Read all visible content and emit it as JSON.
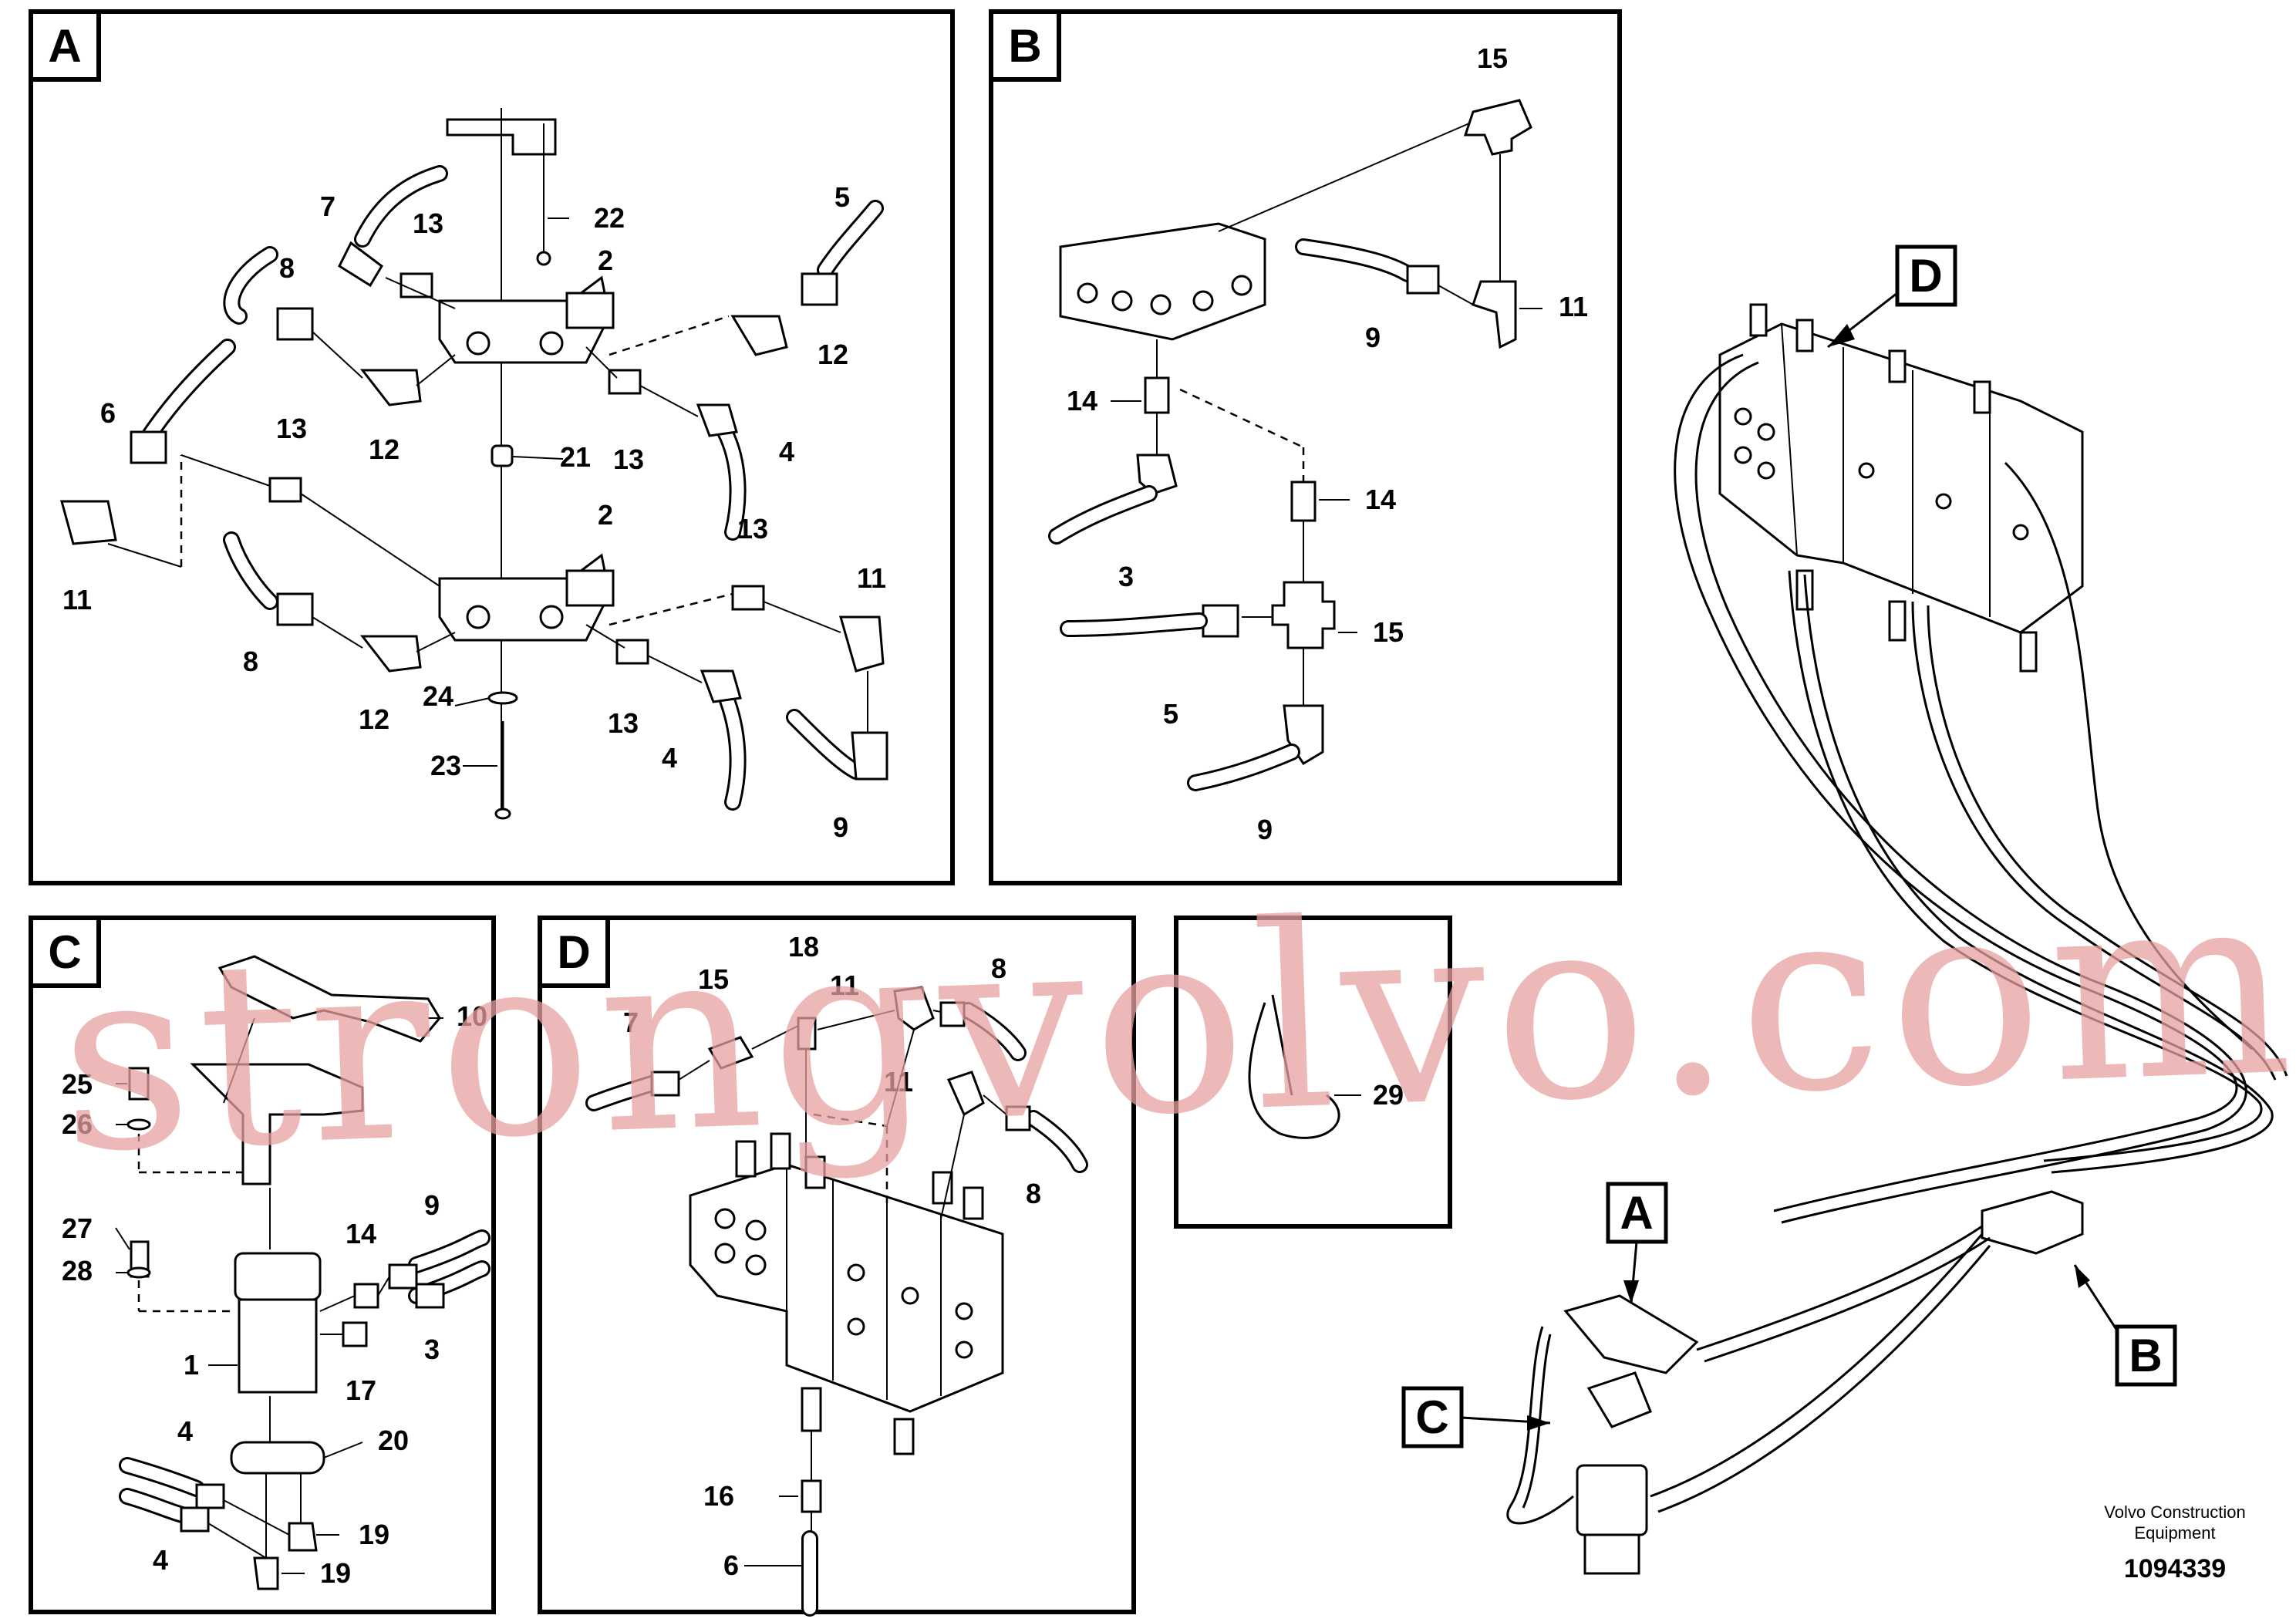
{
  "panels": {
    "A": {
      "label": "A",
      "callouts": [
        {
          "id": "7",
          "text": "7"
        },
        {
          "id": "13a",
          "text": "13"
        },
        {
          "id": "22",
          "text": "22"
        },
        {
          "id": "8a",
          "text": "8"
        },
        {
          "id": "2a",
          "text": "2"
        },
        {
          "id": "5",
          "text": "5"
        },
        {
          "id": "12a",
          "text": "12"
        },
        {
          "id": "12b",
          "text": "12"
        },
        {
          "id": "6",
          "text": "6"
        },
        {
          "id": "13b",
          "text": "13"
        },
        {
          "id": "21",
          "text": "21"
        },
        {
          "id": "13c",
          "text": "13"
        },
        {
          "id": "4a",
          "text": "4"
        },
        {
          "id": "2b",
          "text": "2"
        },
        {
          "id": "13d",
          "text": "13"
        },
        {
          "id": "11a",
          "text": "11"
        },
        {
          "id": "11b",
          "text": "11"
        },
        {
          "id": "8b",
          "text": "8"
        },
        {
          "id": "12c",
          "text": "12"
        },
        {
          "id": "24",
          "text": "24"
        },
        {
          "id": "13e",
          "text": "13"
        },
        {
          "id": "4b",
          "text": "4"
        },
        {
          "id": "23",
          "text": "23"
        },
        {
          "id": "9",
          "text": "9"
        }
      ]
    },
    "B": {
      "label": "B",
      "callouts": [
        {
          "id": "15a",
          "text": "15"
        },
        {
          "id": "11",
          "text": "11"
        },
        {
          "id": "9a",
          "text": "9"
        },
        {
          "id": "14a",
          "text": "14"
        },
        {
          "id": "14b",
          "text": "14"
        },
        {
          "id": "3",
          "text": "3"
        },
        {
          "id": "15b",
          "text": "15"
        },
        {
          "id": "5",
          "text": "5"
        },
        {
          "id": "9b",
          "text": "9"
        }
      ]
    },
    "C": {
      "label": "C",
      "callouts": [
        {
          "id": "10",
          "text": "10"
        },
        {
          "id": "25",
          "text": "25"
        },
        {
          "id": "26",
          "text": "26"
        },
        {
          "id": "27",
          "text": "27"
        },
        {
          "id": "28",
          "text": "28"
        },
        {
          "id": "9",
          "text": "9"
        },
        {
          "id": "14",
          "text": "14"
        },
        {
          "id": "3",
          "text": "3"
        },
        {
          "id": "1",
          "text": "1"
        },
        {
          "id": "17",
          "text": "17"
        },
        {
          "id": "20",
          "text": "20"
        },
        {
          "id": "4a",
          "text": "4"
        },
        {
          "id": "19a",
          "text": "19"
        },
        {
          "id": "4b",
          "text": "4"
        },
        {
          "id": "19b",
          "text": "19"
        }
      ]
    },
    "D": {
      "label": "D",
      "callouts": [
        {
          "id": "18",
          "text": "18"
        },
        {
          "id": "15",
          "text": "15"
        },
        {
          "id": "11a",
          "text": "11"
        },
        {
          "id": "8a",
          "text": "8"
        },
        {
          "id": "7",
          "text": "7"
        },
        {
          "id": "11b",
          "text": "11"
        },
        {
          "id": "8b",
          "text": "8"
        },
        {
          "id": "16",
          "text": "16"
        },
        {
          "id": "6",
          "text": "6"
        }
      ]
    },
    "E": {
      "callouts": [
        {
          "id": "29",
          "text": "29"
        }
      ]
    }
  },
  "overview": {
    "labels": {
      "A": "A",
      "B": "B",
      "C": "C",
      "D": "D"
    }
  },
  "watermark": "strongvolvo.com",
  "credit": {
    "line1": "Volvo Construction",
    "line2": "Equipment"
  },
  "drawing_number": "1094339"
}
